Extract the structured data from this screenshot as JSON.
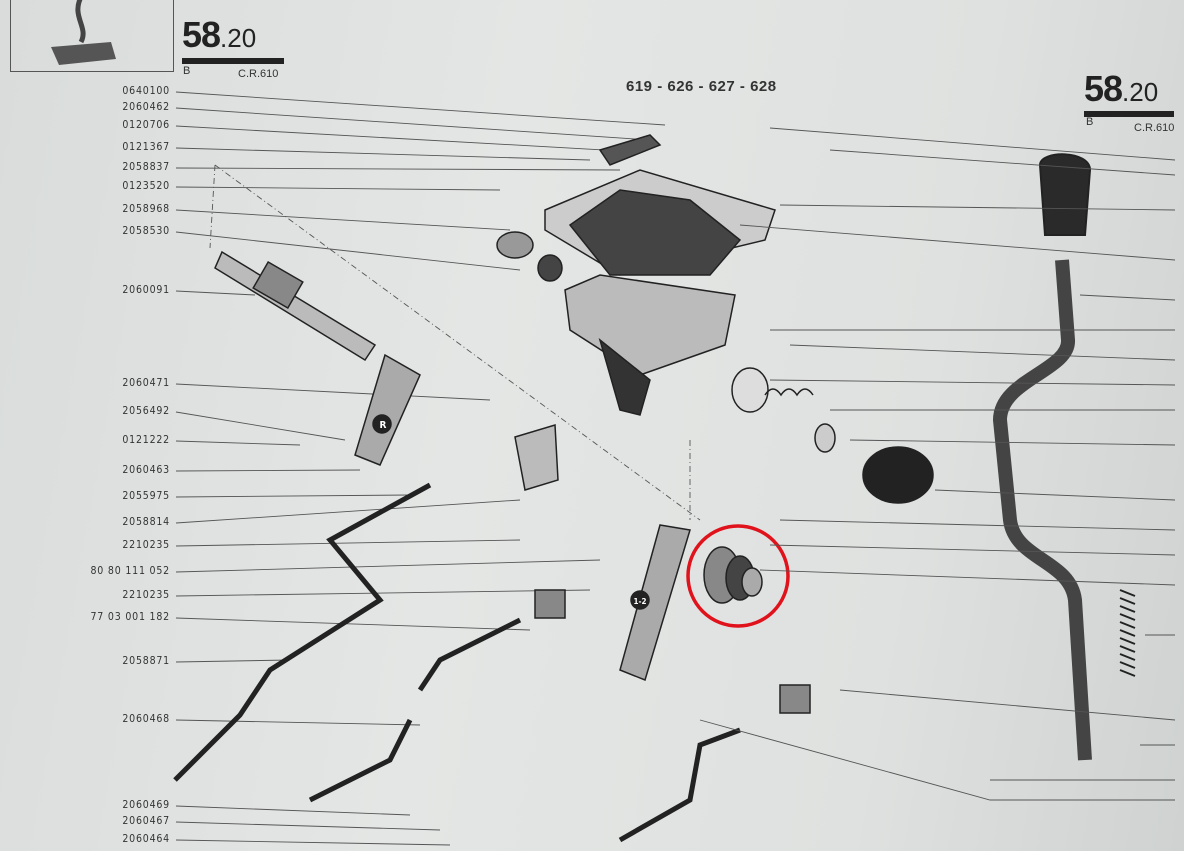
{
  "header_left": {
    "page_major": "58",
    "page_minor": ".20",
    "section": "B",
    "model_code": "C.R.610"
  },
  "header_right": {
    "page_major": "58",
    "page_minor": ".20",
    "section": "B",
    "model_code": "C.R.610"
  },
  "models": "619 - 626 - 627 - 628",
  "parts": [
    {
      "ref": "0640100"
    },
    {
      "ref": "2060462"
    },
    {
      "ref": "0120706"
    },
    {
      "ref": "0121367"
    },
    {
      "ref": "2058837"
    },
    {
      "ref": "0123520"
    },
    {
      "ref": "2058968"
    },
    {
      "ref": "2058530"
    },
    {
      "ref": "2060091"
    },
    {
      "ref": "2060471"
    },
    {
      "ref": "2056492"
    },
    {
      "ref": "0121222"
    },
    {
      "ref": "2060463"
    },
    {
      "ref": "2055975"
    },
    {
      "ref": "2058814"
    },
    {
      "ref": "2210235"
    },
    {
      "ref": "80 80 111 052"
    },
    {
      "ref": "2210235"
    },
    {
      "ref": "77 03 001 182"
    },
    {
      "ref": "2058871"
    },
    {
      "ref": "2060468"
    },
    {
      "ref": "2060469"
    },
    {
      "ref": "2060467"
    },
    {
      "ref": "2060464"
    }
  ],
  "lever_markings": {
    "reverse": "R",
    "gear_12": "1-2"
  },
  "colors": {
    "highlight_circle": "#e0121c",
    "ink": "#2a2a2a",
    "paper": "#e2e4e3"
  }
}
